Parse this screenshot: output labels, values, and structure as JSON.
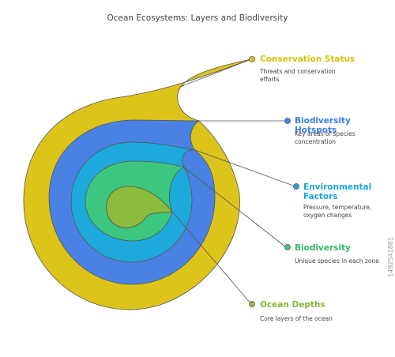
{
  "title": "Ocean Ecosystems: Layers and Biodiversity",
  "stock_id": "1492541881",
  "layers": [
    {
      "id": "conservation",
      "label": "Conservation Status",
      "description": "Threats and conservation efforts",
      "color": "#dcc41a"
    },
    {
      "id": "hotspots",
      "label": "Biodiversity Hotspots",
      "description": "Key areas of species concentration",
      "color": "#4a82e4"
    },
    {
      "id": "environment",
      "label": "Environmental Factors",
      "description": "Pressure, temperature, oxygen changes",
      "color": "#1ea9dc"
    },
    {
      "id": "biodiversity",
      "label": "Biodiversity",
      "description": "Unique species in each zone",
      "color": "#3cc67e"
    },
    {
      "id": "depths",
      "label": "Ocean Depths",
      "description": "Core layers of the ocean",
      "color": "#8cbb3c"
    }
  ]
}
